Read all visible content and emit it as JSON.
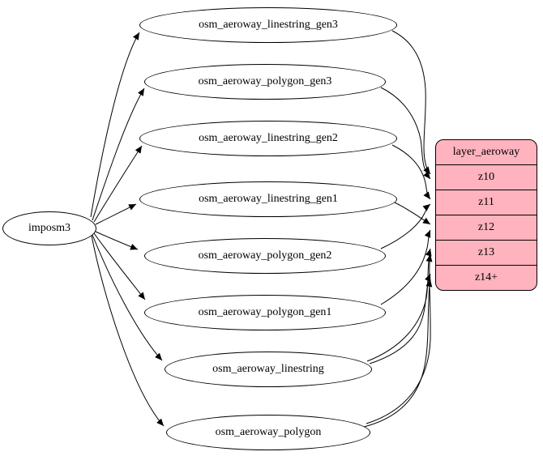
{
  "diagram": {
    "source": {
      "label": "imposm3"
    },
    "tables": [
      {
        "label": "osm_aeroway_linestring_gen3"
      },
      {
        "label": "osm_aeroway_polygon_gen3"
      },
      {
        "label": "osm_aeroway_linestring_gen2"
      },
      {
        "label": "osm_aeroway_linestring_gen1"
      },
      {
        "label": "osm_aeroway_polygon_gen2"
      },
      {
        "label": "osm_aeroway_polygon_gen1"
      },
      {
        "label": "osm_aeroway_linestring"
      },
      {
        "label": "osm_aeroway_polygon"
      }
    ],
    "layer": {
      "title": "layer_aeroway",
      "zooms": [
        "z10",
        "z11",
        "z12",
        "z13",
        "z14+"
      ],
      "fill_color": "#ffb3be",
      "border_color": "#000000"
    },
    "edges": [
      {
        "from": "imposm3",
        "to": "osm_aeroway_linestring_gen3"
      },
      {
        "from": "imposm3",
        "to": "osm_aeroway_polygon_gen3"
      },
      {
        "from": "imposm3",
        "to": "osm_aeroway_linestring_gen2"
      },
      {
        "from": "imposm3",
        "to": "osm_aeroway_linestring_gen1"
      },
      {
        "from": "imposm3",
        "to": "osm_aeroway_polygon_gen2"
      },
      {
        "from": "imposm3",
        "to": "osm_aeroway_polygon_gen1"
      },
      {
        "from": "imposm3",
        "to": "osm_aeroway_linestring"
      },
      {
        "from": "imposm3",
        "to": "osm_aeroway_polygon"
      },
      {
        "from": "osm_aeroway_linestring_gen3",
        "to": "z10"
      },
      {
        "from": "osm_aeroway_polygon_gen3",
        "to": "z10"
      },
      {
        "from": "osm_aeroway_linestring_gen2",
        "to": "z11"
      },
      {
        "from": "osm_aeroway_polygon_gen2",
        "to": "z11"
      },
      {
        "from": "osm_aeroway_linestring_gen1",
        "to": "z12"
      },
      {
        "from": "osm_aeroway_polygon_gen1",
        "to": "z12"
      },
      {
        "from": "osm_aeroway_linestring",
        "to": "z13"
      },
      {
        "from": "osm_aeroway_linestring",
        "to": "z14+"
      },
      {
        "from": "osm_aeroway_polygon",
        "to": "z13"
      },
      {
        "from": "osm_aeroway_polygon",
        "to": "z14+"
      }
    ]
  }
}
